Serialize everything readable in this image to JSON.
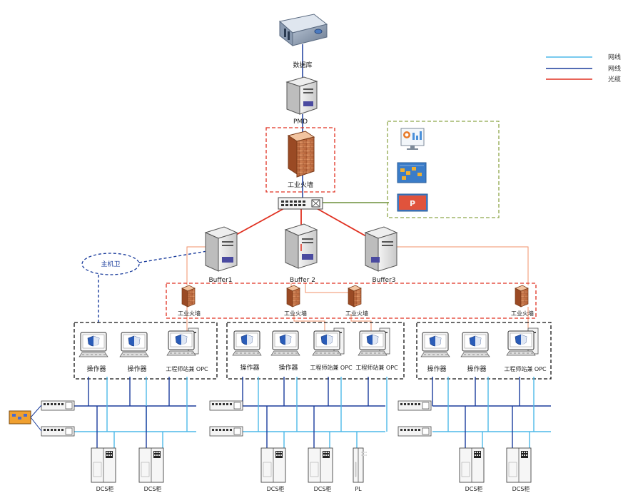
{
  "database_label": "数据库",
  "pmd_label": "PMD",
  "firewall_main_label": "工业火墙",
  "side_panel": {
    "items": [
      "",
      "",
      ""
    ],
    "p_letter": "P"
  },
  "host_guard_label": "主机卫",
  "buffers": [
    "Buffer1",
    "Buffer 2",
    "Buffer3"
  ],
  "firewalls_small": [
    "工业火墙",
    "工业火墙",
    "工业火墙",
    "工业火墙"
  ],
  "groups": [
    {
      "stations": [
        "操作器",
        "操作器",
        "工程师站兼 OPC"
      ],
      "cabinets": [
        "DCS柜",
        "DCS柜"
      ]
    },
    {
      "stations": [
        "操作器",
        "操作器",
        "工程师站兼 OPC",
        "工程师站兼 OPC"
      ],
      "cabinets": [
        "DCS柜",
        "DCS柜",
        "PL"
      ]
    },
    {
      "stations": [
        "操作器",
        "操作器",
        "工程师站兼 OPC"
      ],
      "cabinets": [
        "DCS柜",
        "DCS柜"
      ]
    }
  ],
  "left_device_label": "",
  "legend": [
    {
      "label": "网线",
      "color": "#4db8e8"
    },
    {
      "label": "网线",
      "color": "#1a3c9c"
    },
    {
      "label": "光缆",
      "color": "#e03020"
    }
  ],
  "colors": {
    "light_net": "#4db8e8",
    "dark_net": "#1a3c9c",
    "fiber": "#e03020",
    "thin_orange": "#f0906a",
    "green_link": "#6b8f3a",
    "dash_red": "#e03020",
    "dash_green": "#8ea64a",
    "dash_black": "#111111"
  }
}
